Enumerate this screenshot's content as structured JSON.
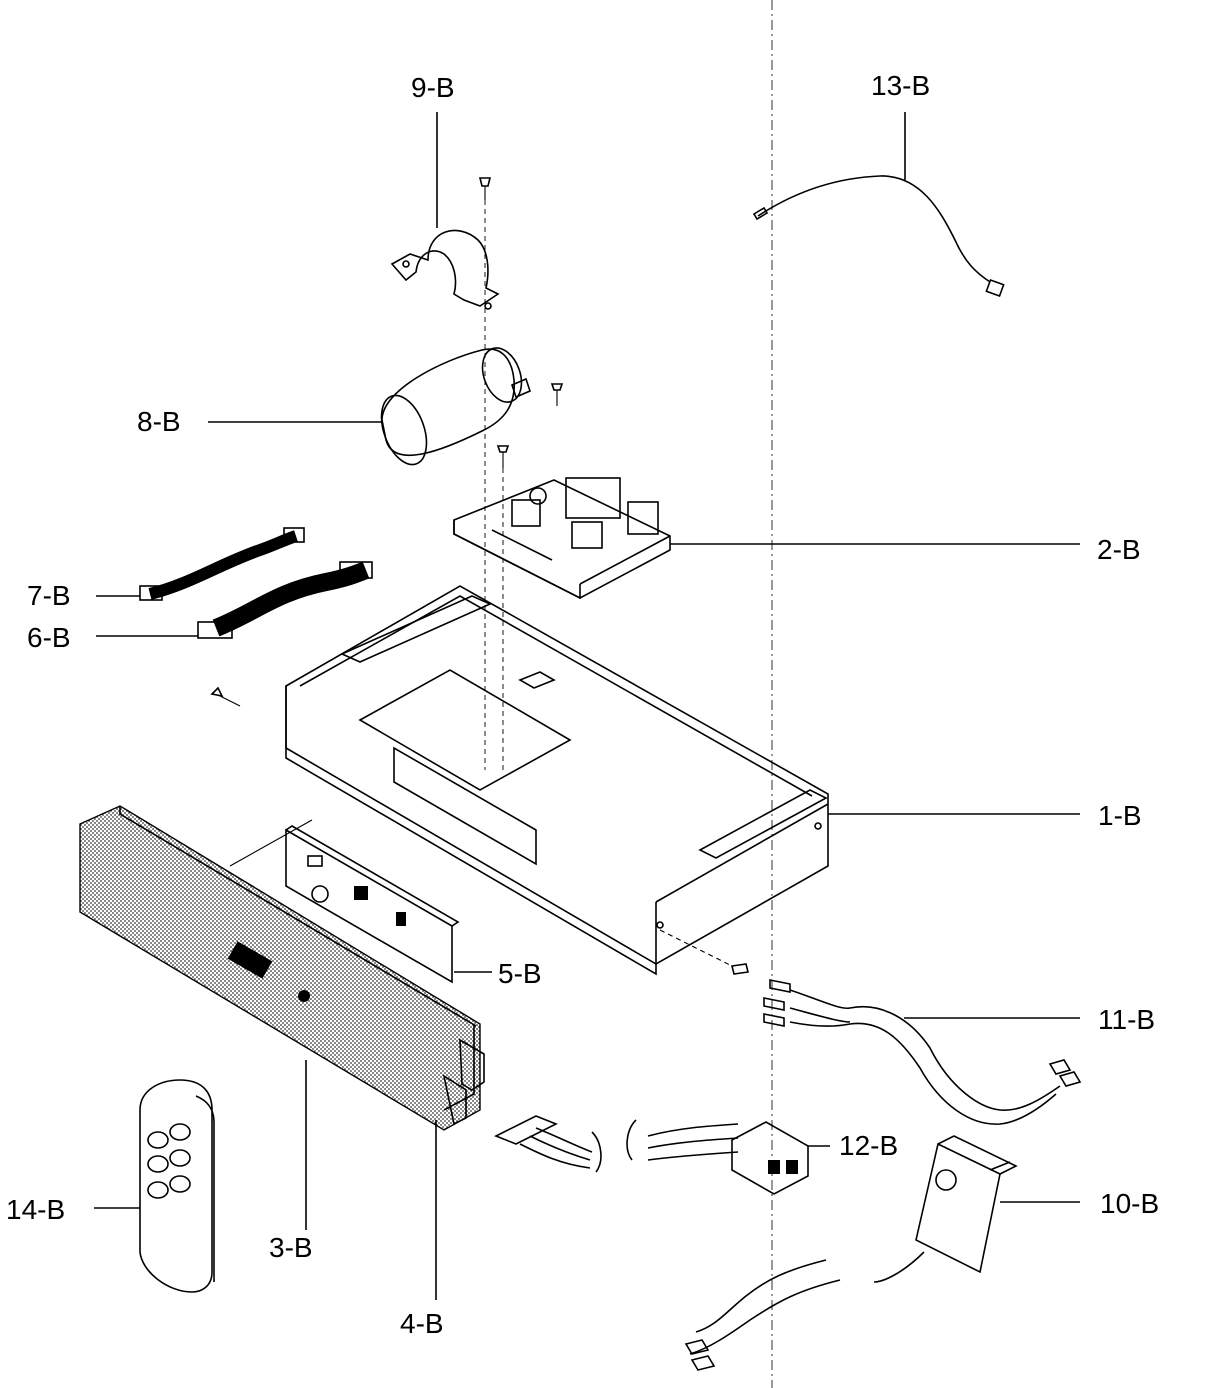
{
  "diagram": {
    "parts": [
      {
        "id": "9-B"
      },
      {
        "id": "13-B"
      },
      {
        "id": "8-B"
      },
      {
        "id": "2-B"
      },
      {
        "id": "7-B"
      },
      {
        "id": "6-B"
      },
      {
        "id": "1-B"
      },
      {
        "id": "5-B"
      },
      {
        "id": "11-B"
      },
      {
        "id": "12-B"
      },
      {
        "id": "10-B"
      },
      {
        "id": "14-B"
      },
      {
        "id": "3-B"
      },
      {
        "id": "4-B"
      }
    ]
  }
}
